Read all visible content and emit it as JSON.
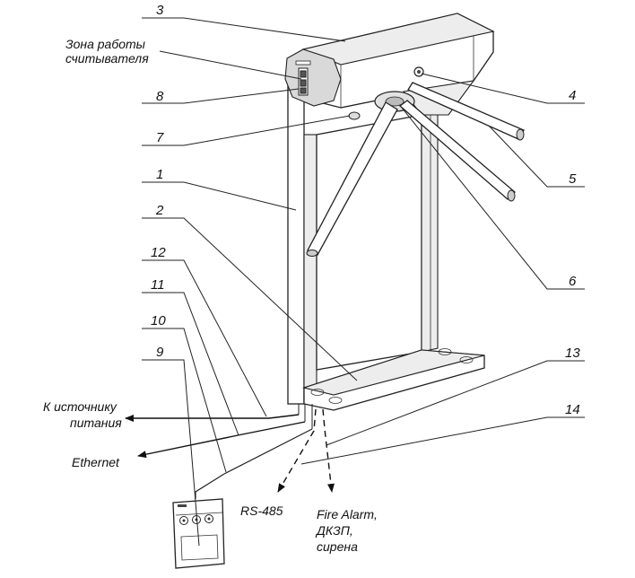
{
  "callouts": {
    "c1": "1",
    "c2": "2",
    "c3": "3",
    "c4": "4",
    "c5": "5",
    "c6": "6",
    "c7": "7",
    "c8": "8",
    "c9": "9",
    "c10": "10",
    "c11": "11",
    "c12": "12",
    "c13": "13",
    "c14": "14"
  },
  "labels": {
    "reader_zone_line1": "Зона работы",
    "reader_zone_line2": "считывателя",
    "power_line1": "К источнику",
    "power_line2": "питания",
    "ethernet": "Ethernet",
    "rs485": "RS-485",
    "fire_line1": "Fire Alarm,",
    "fire_line2": "ДКЗП,",
    "fire_line3": "сирена"
  }
}
